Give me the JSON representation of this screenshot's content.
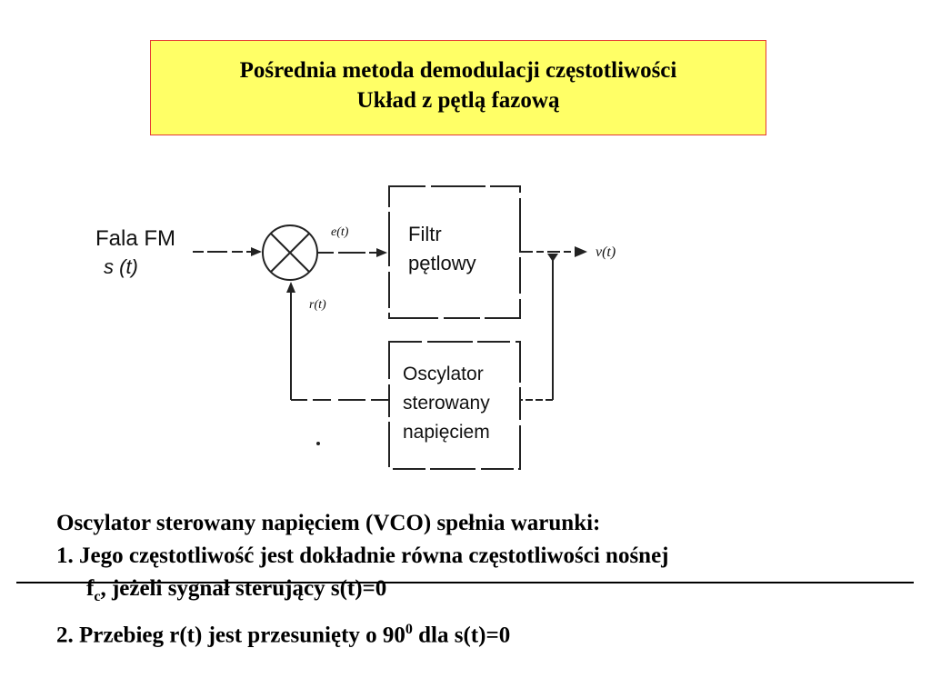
{
  "title": {
    "line1": "Pośrednia metoda demodulacji częstotliwości",
    "line2": "Układ z pętlą fazową"
  },
  "diagram": {
    "input_label_line1": "Fala FM",
    "input_label_line2": "s (t)",
    "error_signal": "e(t)",
    "reference_signal": "r(t)",
    "output_signal": "v(t)",
    "filter_line1": "Filtr",
    "filter_line2": "pętlowy",
    "vco_line1": "Oscylator",
    "vco_line2": "sterowany",
    "vco_line3": "napięciem"
  },
  "conditions": {
    "intro": "Oscylator sterowany napięciem (VCO) spełnia warunki:",
    "item1_line1": "1. Jego częstotliwość jest dokładnie równa częstotliwości nośnej",
    "item1_line2_f": "f",
    "item1_line2_sub": "c",
    "item1_line2_rest": ", jeżeli sygnał sterujący s(t)=0",
    "item2_pre": "2. Przebieg r(t) jest przesunięty o 90",
    "item2_sup": "0",
    "item2_post": " dla s(t)=0"
  }
}
